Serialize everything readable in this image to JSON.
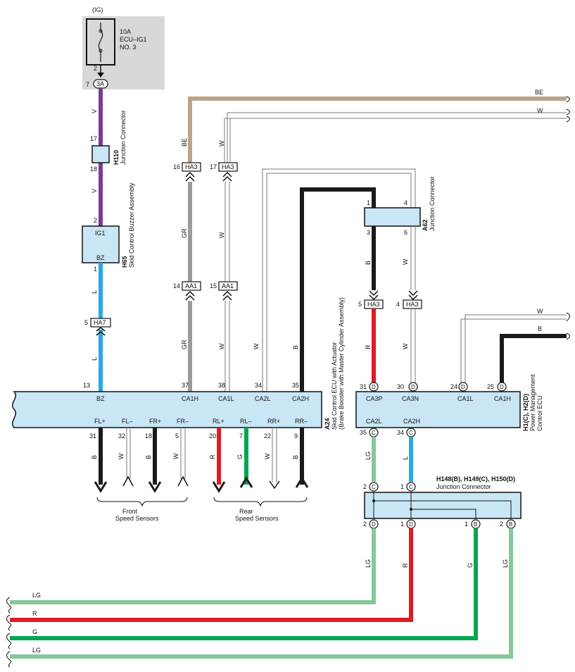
{
  "fuse": {
    "supply": "(IG)",
    "rating": "10A",
    "name1": "ECU–IG1",
    "name2": "NO. 3",
    "pin_bottom": "2",
    "conn_pin": "7",
    "conn": "3A"
  },
  "j110": {
    "code": "H110",
    "name": "Junction Connector",
    "pin_top": "17",
    "pin_bottom": "18"
  },
  "h65": {
    "code": "H65",
    "name": "Skid Control Buzzer Assembly",
    "pin_top": "2",
    "label_top": "IG1",
    "label_bottom": "BZ",
    "pin_bottom": "1"
  },
  "wire_colors": {
    "v": "V",
    "l": "L",
    "be": "BE",
    "w": "W",
    "gr": "GR",
    "b": "B",
    "r": "R",
    "g": "G",
    "lg": "LG"
  },
  "ha7": {
    "pin": "5",
    "conn": "HA7"
  },
  "ha3_be": {
    "pin": "16",
    "conn": "HA3"
  },
  "ha3_w": {
    "pin": "17",
    "conn": "HA3"
  },
  "aa1_gr": {
    "pin": "14",
    "conn": "AA1"
  },
  "aa1_w": {
    "pin": "15",
    "conn": "AA1"
  },
  "a62": {
    "code": "A62",
    "name": "Junction Connector",
    "p1": "1",
    "p4": "4",
    "p3": "3",
    "p6": "6"
  },
  "ha3_b": {
    "pin": "5",
    "conn": "HA3"
  },
  "ha3_w2": {
    "pin": "4",
    "conn": "HA3"
  },
  "a24": {
    "code": "A24",
    "name1": "Skid Control ECU with Actuator",
    "name2": "(Brake Booster with Master Cylinder Assembly)",
    "top_pins": [
      "13",
      "37",
      "38",
      "34",
      "35"
    ],
    "top_labels": [
      "BZ",
      "CA1H",
      "CA1L",
      "CA2L",
      "CA2H"
    ],
    "bottom_labels": [
      "FL+",
      "FL–",
      "FR+",
      "FR–",
      "RL+",
      "RL–",
      "RR+",
      "RR–"
    ],
    "bottom_pins": [
      "31",
      "32",
      "18",
      "5",
      "20",
      "7",
      "22",
      "9"
    ]
  },
  "front_sensors": [
    "Front",
    "Speed Sensors"
  ],
  "rear_sensors": [
    "Rear",
    "Speed Sensors"
  ],
  "pm_ecu": {
    "code": "H1(C), H2(D)",
    "name1": "Power Management",
    "name2": "Control ECU",
    "top_pins": [
      "31",
      "30",
      "24",
      "25"
    ],
    "top_conns": [
      "D",
      "D",
      "D",
      "D"
    ],
    "top_labels": [
      "CA3P",
      "CA3N",
      "CA1L",
      "CA1H"
    ],
    "bottom_labels": [
      "CA2L",
      "CA2H"
    ],
    "bottom_pins": [
      "35",
      "34"
    ],
    "bottom_conns": [
      "C",
      "C"
    ]
  },
  "jc": {
    "code": "H148(B), H149(C), H150(D)",
    "name": "Junction Connector",
    "top_pins": [
      "2",
      "1"
    ],
    "top_conns": [
      "C",
      "C"
    ],
    "bottom_pins": [
      "2",
      "1",
      "1",
      "2"
    ],
    "bottom_conns": [
      "D",
      "D",
      "B",
      "B"
    ]
  },
  "bottom_wires": [
    "LG",
    "R",
    "G",
    "LG"
  ],
  "colors": {
    "violet": "#7b3a96",
    "blue": "#27aae1",
    "beige": "#b9a48c",
    "gray": "#9b9b9b",
    "black": "#1a1a1a",
    "red": "#e01b24",
    "green": "#00a650",
    "lightgreen": "#86c89a",
    "box": "#c9e6f6",
    "fusebg": "#d8d8d8"
  }
}
